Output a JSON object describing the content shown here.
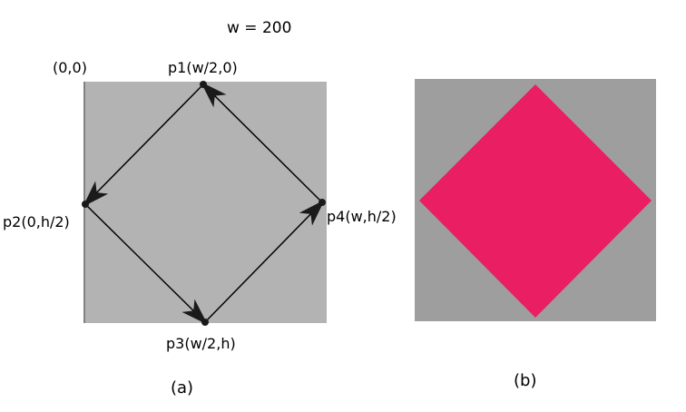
{
  "header": {
    "width_label": "w = 200"
  },
  "panel_a": {
    "origin_label": "(0,0)",
    "points": {
      "p1": "p1(w/2,0)",
      "p2": "p2(0,h/2)",
      "p3": "p3(w/2,h)",
      "p4": "p4(w,h/2)"
    },
    "caption": "(a)",
    "colors": {
      "background": "#b3b3b3",
      "left_edge": "#808080",
      "stroke": "#000000"
    }
  },
  "panel_b": {
    "caption": "(b)",
    "colors": {
      "background": "#9e9e9e",
      "diamond": "#e91e63"
    }
  }
}
